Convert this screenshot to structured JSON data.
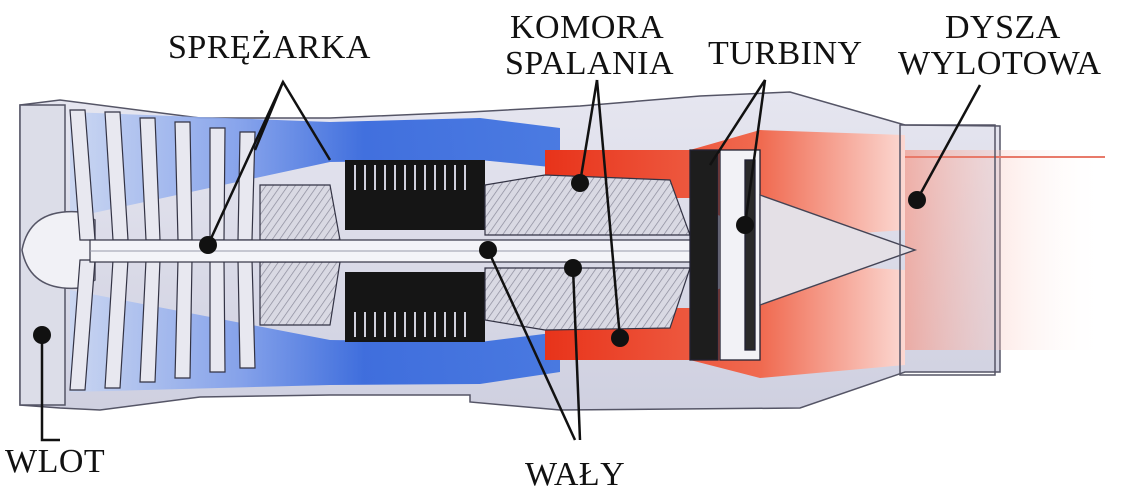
{
  "labels": {
    "compressor": "SPRĘŻARKA",
    "combustion_line1": "KOMORA",
    "combustion_line2": "SPALANIA",
    "turbines": "TURBINY",
    "nozzle_line1": "DYSZA",
    "nozzle_line2": "WYLOTOWA",
    "inlet": "WLOT",
    "shafts": "WAŁY"
  },
  "colors": {
    "cold_flow": "#3a6fe0",
    "hot_flow": "#e8331a",
    "casing": "#d8d8e8",
    "metal_dark": "#1a1a1a",
    "background": "#ffffff"
  }
}
